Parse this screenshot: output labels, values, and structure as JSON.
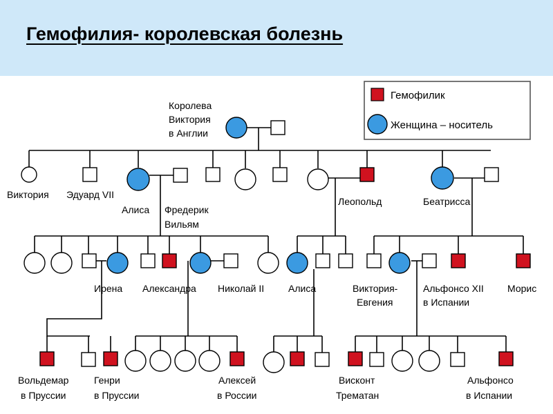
{
  "title": "Гемофилия- королевская болезнь",
  "colors": {
    "header_bg": "#cfe8f9",
    "affected": "#d0121f",
    "carrier": "#3b9ae1",
    "line": "#000000"
  },
  "legend": {
    "hemophiliac": "Гемофилик",
    "carrier": "Женщина – носитель"
  },
  "labels": {
    "queen": [
      "Королева",
      "Виктория",
      "в Англии"
    ],
    "victoria": "Виктория",
    "edward": "Эдуард VII",
    "alice_gen1": "Алиса",
    "frederick": [
      "Фредерик",
      "Вильям"
    ],
    "leopold": "Леопольд",
    "beatrice": "Беатрисса",
    "irene": "Ирена",
    "alexandra": "Александра",
    "nicholas": "Николай II",
    "alice_gen2": "Алиса",
    "victoria_eugenia": [
      "Виктория-",
      "Евгения"
    ],
    "alfonso_xii": [
      "Альфонсо XII",
      "в Испании"
    ],
    "maurice": "Морис",
    "waldemar": [
      "Вольдемар",
      "в Пруссии"
    ],
    "henry": [
      "Генри",
      "в Пруссии"
    ],
    "alexei": [
      "Алексей",
      "в России"
    ],
    "viscount": [
      "Висконт",
      "Трематан"
    ],
    "alfonso": [
      "Альфонсо",
      "в Испании"
    ]
  }
}
